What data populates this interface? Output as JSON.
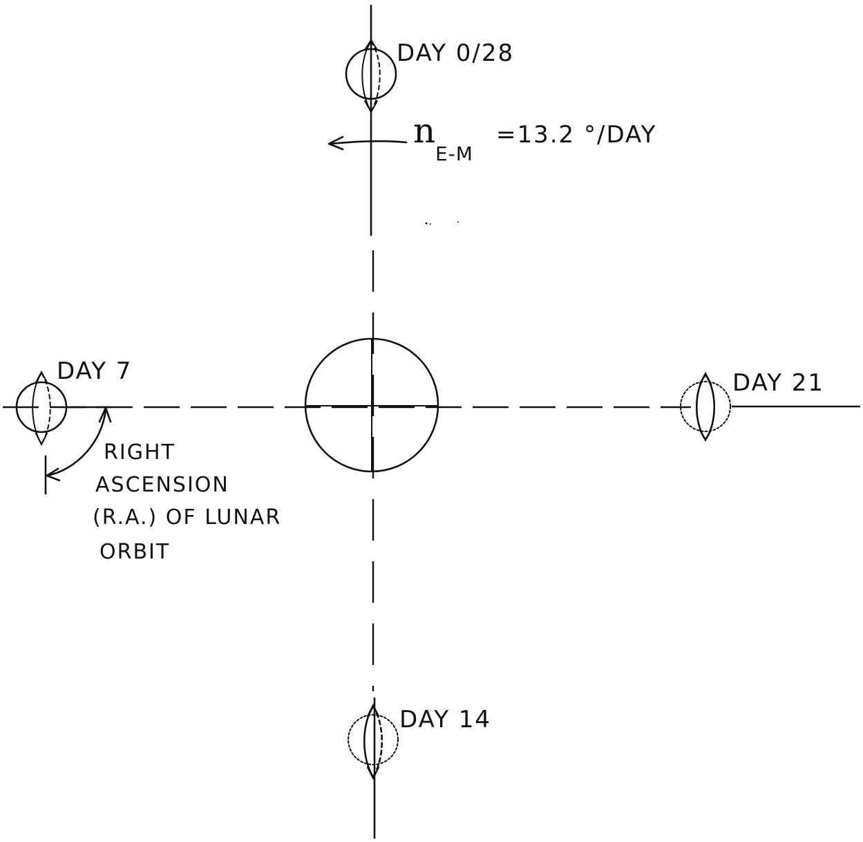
{
  "labels": {
    "day_top": "DAY 0/28",
    "day_left": "DAY 7",
    "day_right": "DAY 21",
    "day_bottom": "DAY 14",
    "rate_symbol": "n",
    "rate_subscript": "E-M",
    "rate_value": "=13.2 °/DAY",
    "ra_line1": "RIGHT",
    "ra_line2": "ASCENSION",
    "ra_line3": "(R.A.) OF LUNAR",
    "ra_line4": "ORBIT"
  }
}
